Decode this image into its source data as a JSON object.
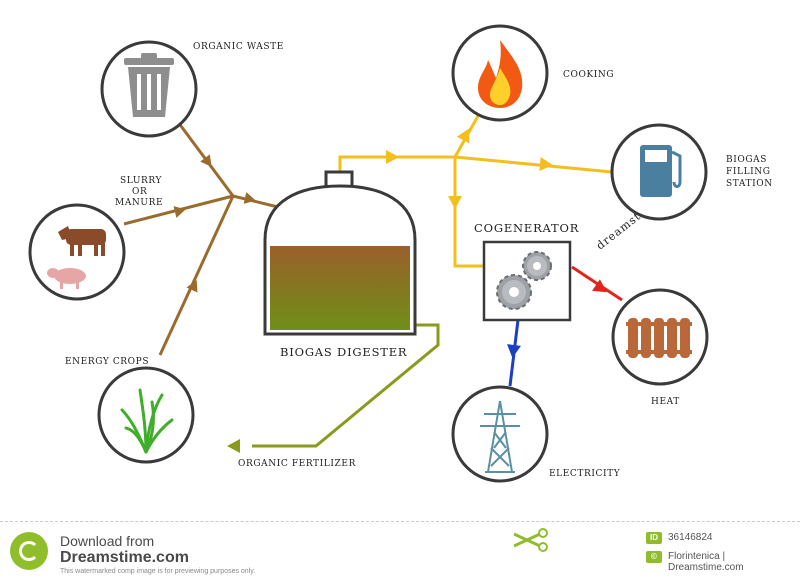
{
  "diagram": {
    "nodes": {
      "organic_waste": "ORGANIC WASTE",
      "slurry_line1": "SLURRY",
      "slurry_line2": "OR",
      "slurry_line3": "MANURE",
      "energy_crops": "ENERGY CROPS",
      "biogas_digester": "BIOGAS DIGESTER",
      "organic_fertilizer": "ORGANIC FERTILIZER",
      "cooking": "COOKING",
      "station_line1": "BIOGAS",
      "station_line2": "FILLING",
      "station_line3": "STATION",
      "cogenerator": "COGENERATOR",
      "heat": "HEAT",
      "electricity": "ELECTRICITY"
    },
    "watermark": "dreamstime",
    "colors": {
      "input_flow": "#9a6b2c",
      "biogas_flow": "#f2bf1e",
      "fertilizer_flow": "#8a9a1c",
      "heat_flow": "#e0261b",
      "electricity_flow": "#1a3fc4",
      "circle_border": "#3a3a3a"
    }
  },
  "footer": {
    "download_text": "Download from",
    "brand": "Dreamstime.com",
    "note": "This watermarked comp image is for previewing purposes only.",
    "id_badge": "ID",
    "id_value": "36146824",
    "author_badge": "©",
    "author": "Florintenica | Dreamstime.com"
  }
}
